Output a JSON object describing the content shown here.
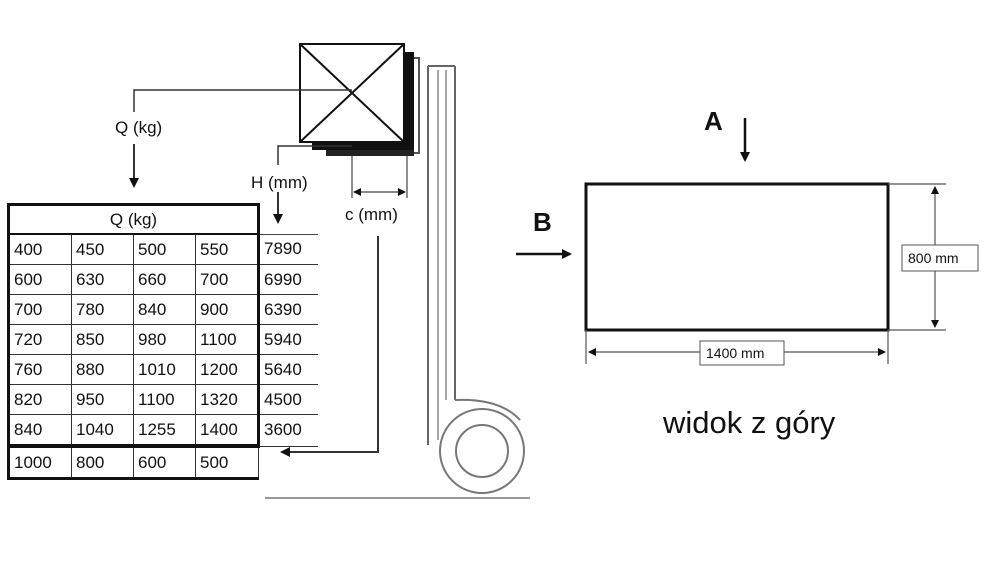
{
  "labels": {
    "q_kg": "Q (kg)",
    "h_mm": "H (mm)",
    "c_mm": "c (mm)",
    "a": "A",
    "b": "B",
    "dim_800": "800 mm",
    "dim_1400": "1400 mm",
    "caption": "widok z góry"
  },
  "table": {
    "header": "Q (kg)",
    "rows": [
      {
        "q": [
          "400",
          "450",
          "500",
          "550"
        ],
        "h": "7890"
      },
      {
        "q": [
          "600",
          "630",
          "660",
          "700"
        ],
        "h": "6990"
      },
      {
        "q": [
          "700",
          "780",
          "840",
          "900"
        ],
        "h": "6390"
      },
      {
        "q": [
          "720",
          "850",
          "980",
          "1100"
        ],
        "h": "5940"
      },
      {
        "q": [
          "760",
          "880",
          "1010",
          "1200"
        ],
        "h": "5640"
      },
      {
        "q": [
          "820",
          "950",
          "1100",
          "1320"
        ],
        "h": "4500"
      },
      {
        "q": [
          "840",
          "1040",
          "1255",
          "1400"
        ],
        "h": "3600"
      }
    ],
    "c_row": [
      "1000",
      "800",
      "600",
      "500"
    ]
  }
}
